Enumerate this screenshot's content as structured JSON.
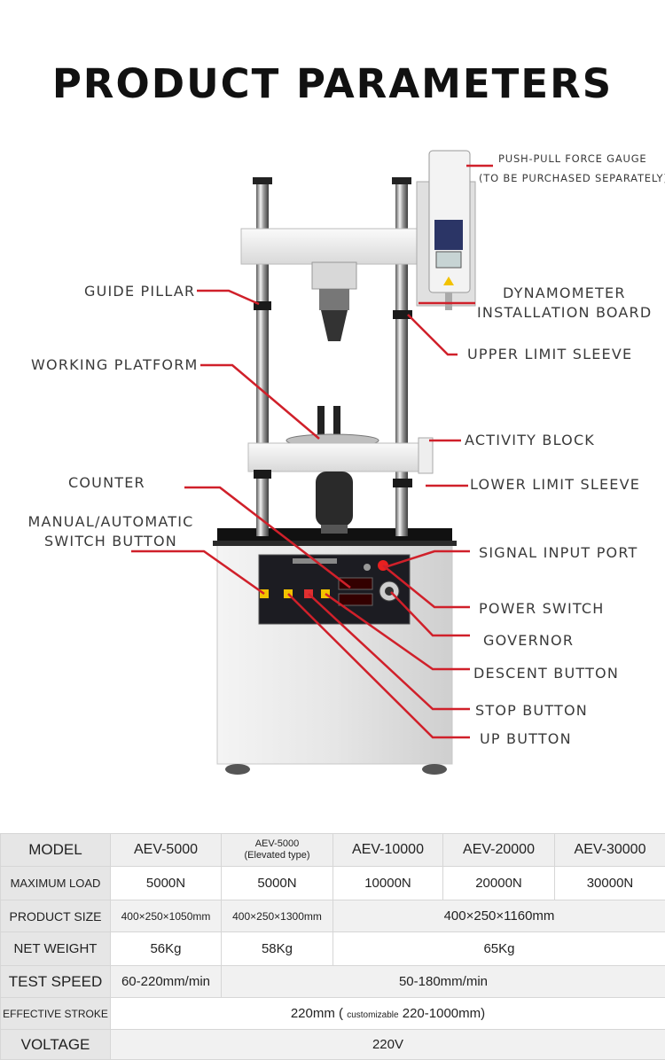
{
  "title": "PRODUCT PARAMETERS",
  "callouts": {
    "gauge_line1": "PUSH-PULL FORCE GAUGE",
    "gauge_line2": "(TO BE PURCHASED SEPARATELY)",
    "guide_pillar": "GUIDE PILLAR",
    "dyn_line1": "DYNAMOMETER",
    "dyn_line2": "INSTALLATION BOARD",
    "upper_limit": "UPPER LIMIT SLEEVE",
    "working_platform": "WORKING PLATFORM",
    "activity_block": "ACTIVITY BLOCK",
    "counter": "COUNTER",
    "lower_limit": "LOWER LIMIT SLEEVE",
    "switch_line1": "MANUAL/AUTOMATIC",
    "switch_line2": "SWITCH BUTTON",
    "signal_port": "SIGNAL INPUT PORT",
    "power_switch": "POWER SWITCH",
    "governor": "GOVERNOR",
    "descent": "DESCENT BUTTON",
    "stop": "STOP BUTTON",
    "up": "UP BUTTON"
  },
  "colors": {
    "callout_line": "#d0202a",
    "machine_body": "#e8e8e8",
    "panel": "#1c1c22"
  },
  "table": {
    "model_label": "MODEL",
    "models": [
      "AEV-5000",
      "AEV-5000",
      "AEV-10000",
      "AEV-20000",
      "AEV-30000"
    ],
    "elevated_note": "(Elevated type)",
    "max_load_label": "MAXIMUM LOAD",
    "max_load": [
      "5000N",
      "5000N",
      "10000N",
      "20000N",
      "30000N"
    ],
    "size_label": "PRODUCT SIZE",
    "sizes": [
      "400×250×1050mm",
      "400×250×1300mm",
      "400×250×1160mm"
    ],
    "weight_label": "NET WEIGHT",
    "weights": [
      "56Kg",
      "58Kg",
      "65Kg"
    ],
    "speed_label": "TEST SPEED",
    "speeds": [
      "60-220mm/min",
      "50-180mm/min"
    ],
    "stroke_label": "EFFECTIVE STROKE",
    "stroke_main": "220mm",
    "stroke_open": "(",
    "stroke_note": "customizable",
    "stroke_range": "220-1000mm)",
    "voltage_label": "VOLTAGE",
    "voltage": "220V"
  }
}
